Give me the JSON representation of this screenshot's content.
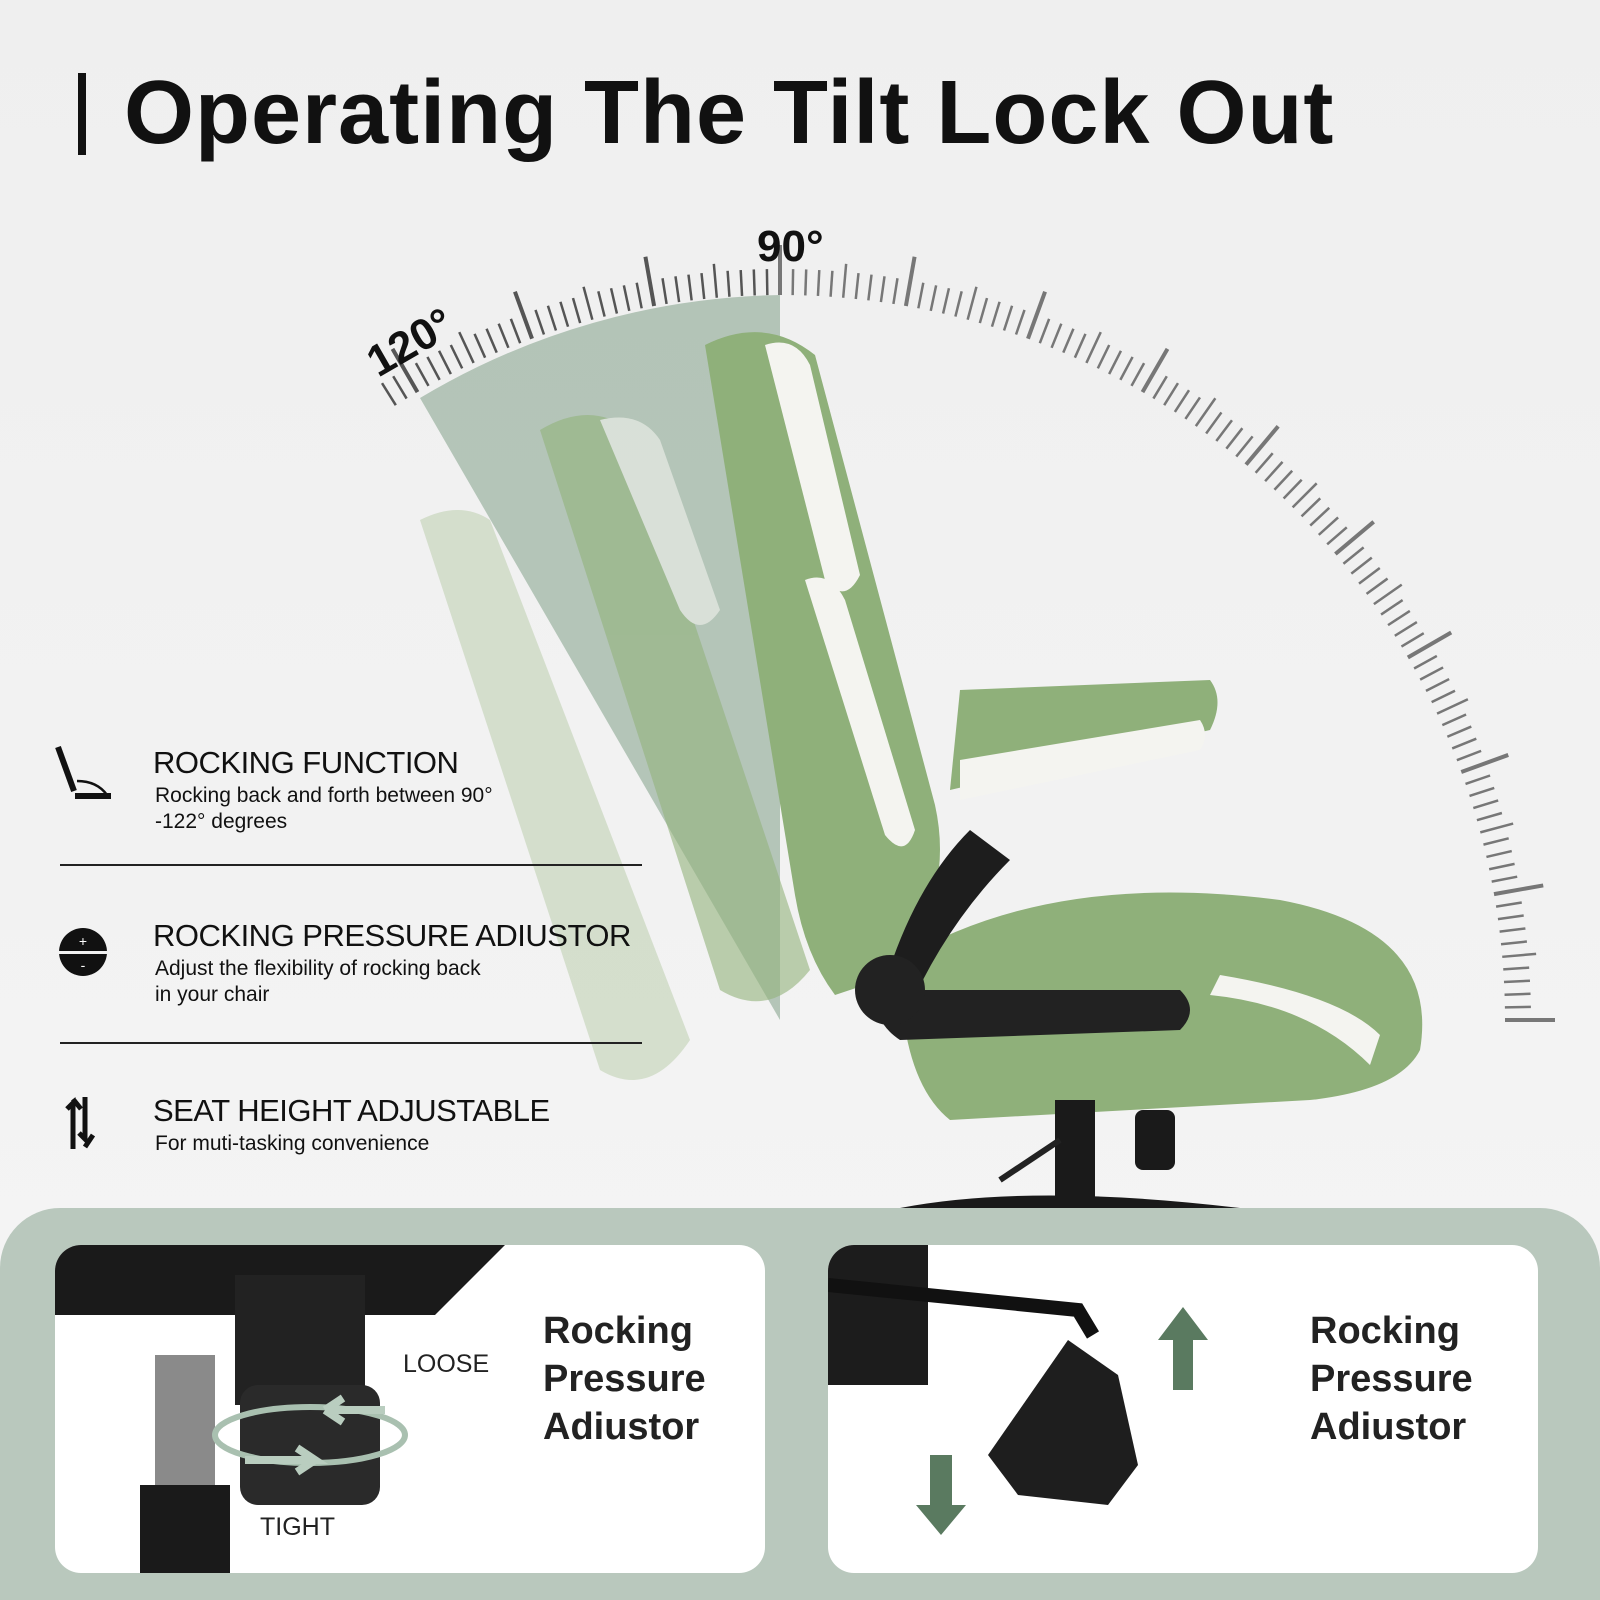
{
  "title": "Operating The Tilt Lock Out",
  "angles": {
    "upright": "90°",
    "recline": "120°"
  },
  "features": [
    {
      "icon": "recline-seat-icon",
      "title": "ROCKING FUNCTION",
      "desc": "Rocking back and forth between 90° -122° degrees"
    },
    {
      "icon": "plus-minus-knob-icon",
      "title": "ROCKING PRESSURE ADIUSTOR",
      "desc": "Adjust the flexibility of rocking back in your chair"
    },
    {
      "icon": "up-down-arrows-icon",
      "title": "SEAT HEIGHT ADJUSTABLE",
      "desc": "For muti-tasking convenience"
    }
  ],
  "cards": [
    {
      "label": "Rocking Pressure Adiustor",
      "loose": "LOOSE",
      "tight": "TIGHT"
    },
    {
      "label": "Rocking Pressure Adiustor"
    }
  ],
  "colors": {
    "accent": "#5a7a60",
    "chair": "#9dbb86",
    "panel": "#b9c8bd"
  }
}
